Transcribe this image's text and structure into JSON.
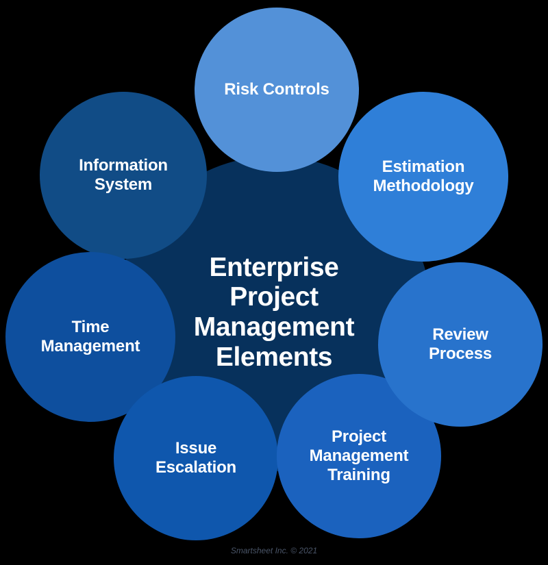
{
  "diagram": {
    "type": "hub-and-spoke-circles",
    "center": {
      "label": "Enterprise\nProject\nManagement\nElements",
      "color": "#07315C"
    },
    "nodes": [
      {
        "id": "risk-controls",
        "label": "Risk Controls",
        "color": "#5391D8",
        "position": "top"
      },
      {
        "id": "estimation-methodology",
        "label": "Estimation\nMethodology",
        "color": "#2F7FD8",
        "position": "top-right"
      },
      {
        "id": "review-process",
        "label": "Review\nProcess",
        "color": "#2873CC",
        "position": "right"
      },
      {
        "id": "project-management-training",
        "label": "Project\nManagement\nTraining",
        "color": "#1B62BE",
        "position": "bottom-right"
      },
      {
        "id": "issue-escalation",
        "label": "Issue\nEscalation",
        "color": "#0F57AD",
        "position": "bottom-left"
      },
      {
        "id": "time-management",
        "label": "Time\nManagement",
        "color": "#0E4F9E",
        "position": "left"
      },
      {
        "id": "information-system",
        "label": "Information\nSystem",
        "color": "#114C86",
        "position": "top-left"
      }
    ]
  },
  "footer": {
    "credit": "Smartsheet Inc. © 2021"
  },
  "background": {
    "color": "#000000"
  }
}
